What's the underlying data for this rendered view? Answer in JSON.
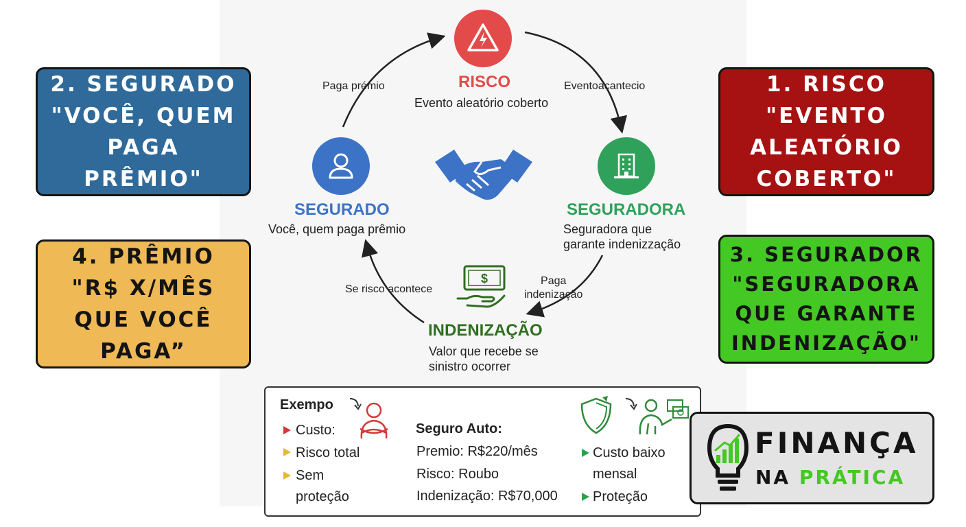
{
  "cards": {
    "segurado": [
      "2. SEGURADO",
      "\"VOCÊ, QUEM",
      "PAGA",
      "PRÊMIO\""
    ],
    "premio": [
      "4. PRÊMIO",
      "\"R$ X/MÊS",
      "QUE VOCÊ",
      "PAGA”"
    ],
    "risco": [
      "1. RISCO",
      "\"EVENTO",
      "ALEATÓRIO",
      "COBERTO\""
    ],
    "seguradora": [
      "3. SEGURADOR",
      "\"SEGURADORA",
      "QUE GARANTE",
      "INDENIZAÇÃO\""
    ]
  },
  "cycle": {
    "risco": {
      "title": "RISCO",
      "desc": "Evento aleatório coberto",
      "color": "#e34b4b",
      "icon": "warning-icon"
    },
    "segurado": {
      "title": "SEGURADO",
      "desc": "Você, quem paga prêmio",
      "color": "#3d73c6",
      "icon": "person-icon"
    },
    "seguradora": {
      "title": "SEGURADORA",
      "desc": [
        "Seguradora que",
        "garante indenizzação"
      ],
      "color": "#30a15a",
      "icon": "building-icon"
    },
    "indenizacao": {
      "title": "INDENIZAÇÃO",
      "desc": [
        "Valor que recebe se",
        "sinistro ocorrer"
      ],
      "color": "#2f6f1f",
      "icon": "money-hand-icon"
    },
    "center_icon": "handshake-icon",
    "edges": {
      "paga_premio": "Paga prémio",
      "evento_aconteceu": "Eventoacantecio",
      "paga_indenizacao": [
        "Paga",
        "indenização"
      ],
      "se_risco": "Se risco acontece"
    }
  },
  "example": {
    "title": "Exempo",
    "left_items": [
      "Custo:",
      "Risco total",
      "Sem",
      "proteção"
    ],
    "auto_title": "Seguro Auto:",
    "auto_lines": [
      "Premio: R$220/mês",
      "Risco: Roubo",
      "Indenização: R$70,000"
    ],
    "right_items": [
      "Custo baixo",
      "mensal",
      "Proteção"
    ]
  },
  "logo": {
    "word1": "FINANÇA",
    "word2a": "NA ",
    "word2b": "PRÁTICA",
    "accent": "#44c823",
    "icon": "lightbulb-chart-icon"
  }
}
